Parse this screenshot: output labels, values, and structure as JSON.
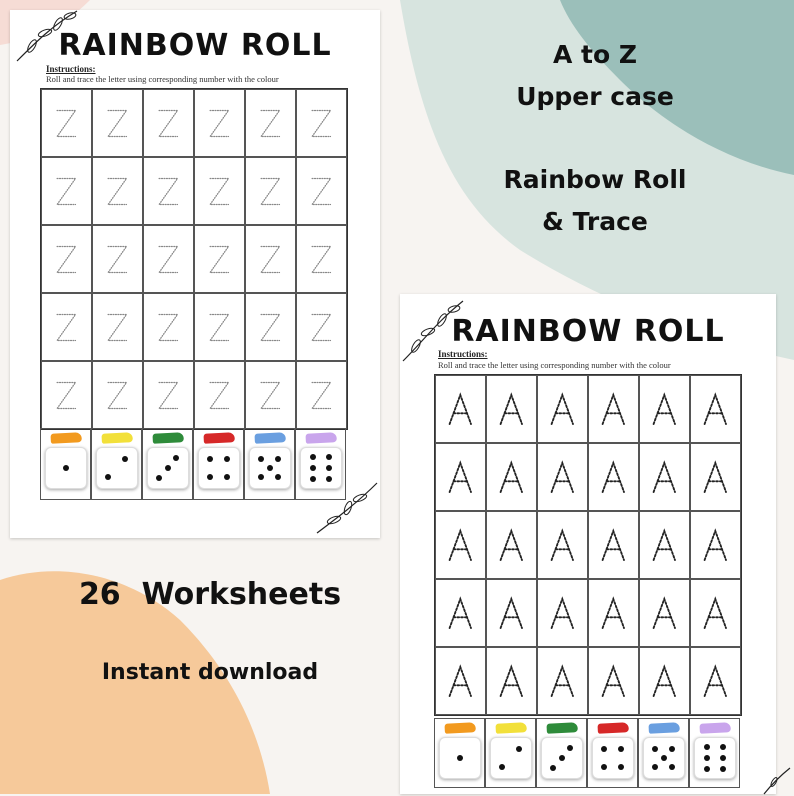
{
  "right_text": {
    "line1": "A to Z",
    "line2": "Upper case",
    "line3": "Rainbow Roll",
    "line4": "& Trace"
  },
  "bottom_text": {
    "count": "26  Worksheets",
    "download": "Instant download"
  },
  "sheets": [
    {
      "title": "RAINBOW ROLL",
      "instructions_heading": "Instructions:",
      "instructions_text": "Roll and trace the letter using corresponding number with the colour",
      "letter": "Z"
    },
    {
      "title": "RAINBOW ROLL",
      "instructions_heading": "Instructions:",
      "instructions_text": "Roll and trace the letter using corresponding number with the colour",
      "letter": "A"
    }
  ],
  "dice_colors": [
    "#f29a1f",
    "#f2e03a",
    "#2e8b3a",
    "#d62828",
    "#6a9fe0",
    "#c9a5ec"
  ],
  "dice_values": [
    1,
    2,
    3,
    4,
    5,
    6
  ],
  "palette": {
    "teal": "#9bbfba",
    "mint": "#d7e4df",
    "peach": "#f6c99a",
    "pink": "#f6dcd5"
  }
}
